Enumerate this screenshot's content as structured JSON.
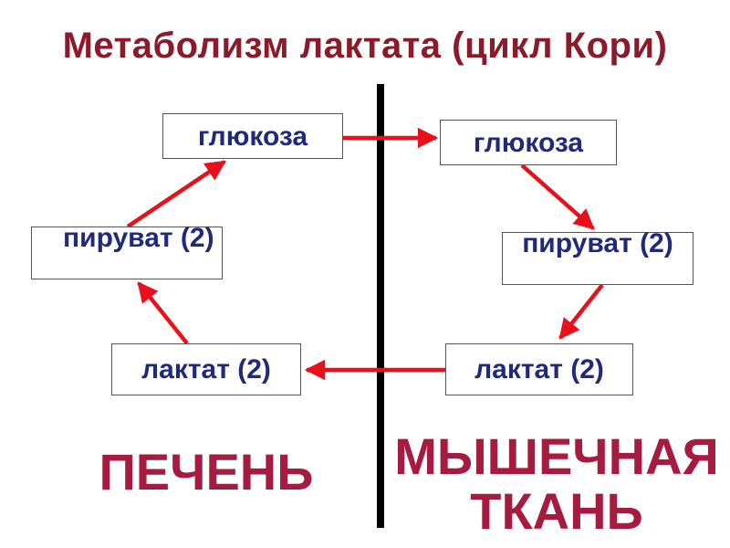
{
  "title": "Метаболизм лактата (цикл Кори)",
  "liver": {
    "label": "ПЕЧЕНЬ",
    "glucose": "глюкоза",
    "pyruvate": "пируват (2)",
    "lactate": "лактат (2)"
  },
  "muscle": {
    "label": "МЫШЕЧНАЯ ТКАНЬ",
    "glucose": "глюкоза",
    "pyruvate": "пируват (2)",
    "lactate": "лактат (2)"
  },
  "colors": {
    "title": "#8b1a2b",
    "box_text": "#1f2a7a",
    "organ_label": "#a51c40",
    "arrow": "#e8101a",
    "divider": "#000000"
  }
}
